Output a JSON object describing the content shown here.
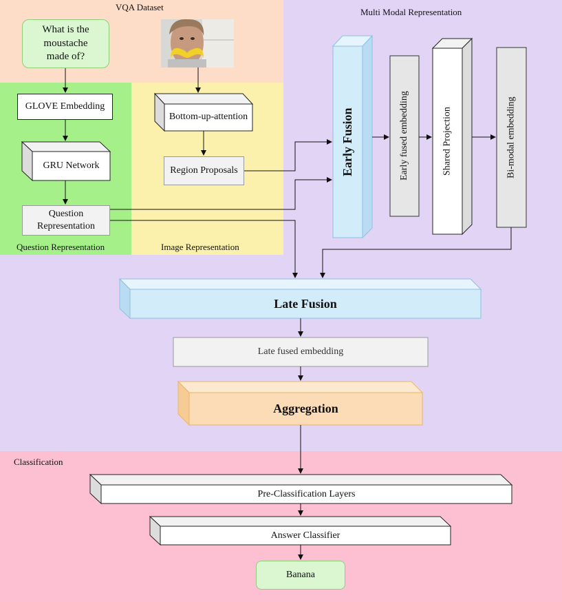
{
  "regions": {
    "vqa_dataset": "VQA Dataset",
    "multi_modal": "Multi Modal Representation",
    "question_representation": "Question Representation",
    "image_representation": "Image Representation",
    "classification": "Classification"
  },
  "nodes": {
    "question_text": "What is the moustache made of?",
    "glove": "GLOVE Embedding",
    "gru": "GRU Network",
    "question_repr": "Question Representation",
    "bottom_up": "Bottom-up-attention",
    "region_proposals": "Region Proposals",
    "early_fusion": "Early Fusion",
    "early_fused_embedding": "Early fused embedding",
    "shared_projection": "Shared Projection",
    "bimodal_embedding": "Bi-modal embedding",
    "late_fusion": "Late Fusion",
    "late_fused_embedding": "Late fused embedding",
    "aggregation": "Aggregation",
    "pre_classification": "Pre-Classification Layers",
    "answer_classifier": "Answer Classifier",
    "answer": "Banana"
  },
  "colors": {
    "vqa_bg": "#fddcc8",
    "multimodal_bg": "#e1d4f4",
    "question_bg": "#a6f08a",
    "image_bg": "#fbf1ad",
    "classification_bg": "#fcc0d2",
    "fusion_fill": "#d3ecfa",
    "fusion_stroke": "#8ec0e4",
    "aggregation_fill": "#fbdcb6",
    "aggregation_stroke": "#e6b66a",
    "green_box": "#daf7d2",
    "green_stroke": "#8fcf7a"
  }
}
